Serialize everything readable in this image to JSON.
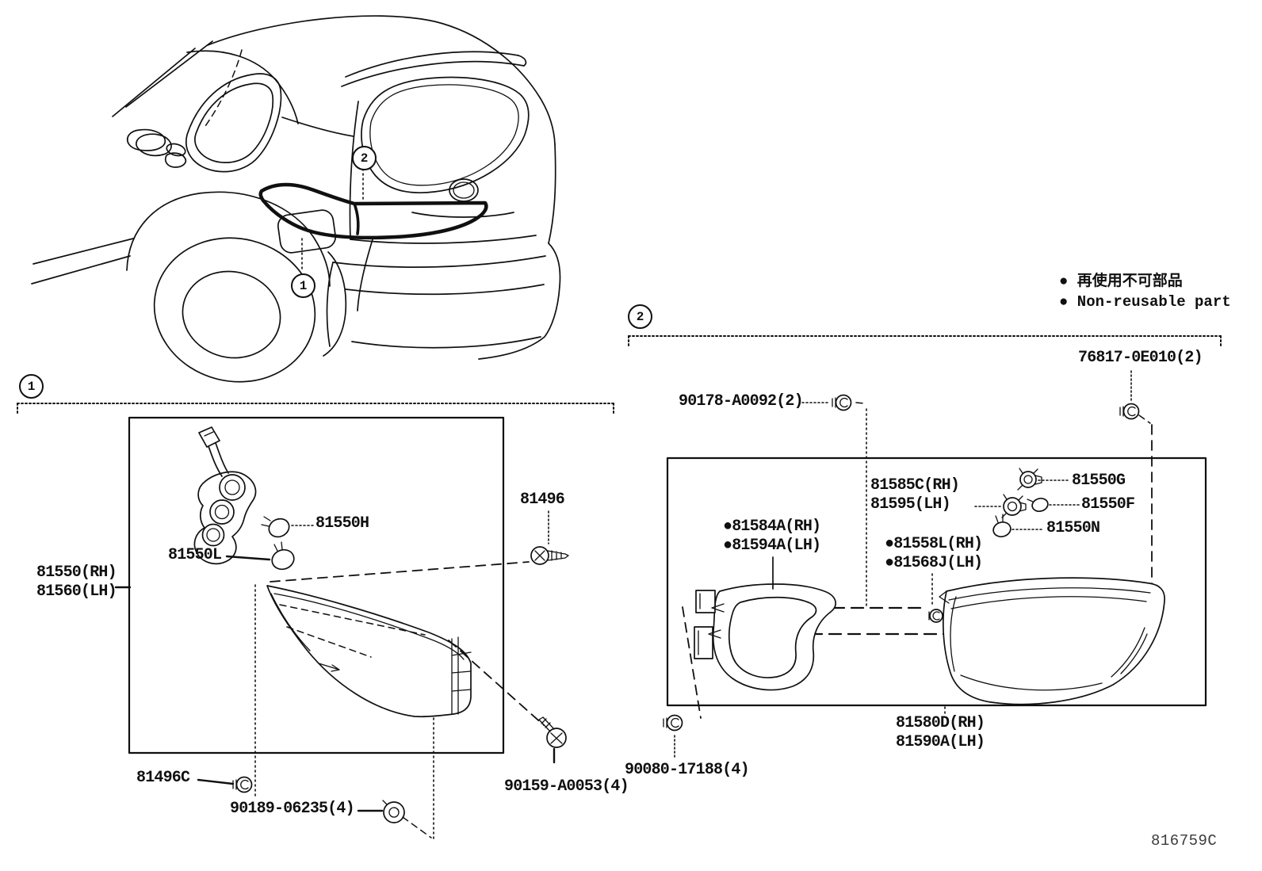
{
  "title": "Rear combination lamp parts diagram",
  "colors": {
    "ink": "#101010",
    "background": "#ffffff"
  },
  "legend": {
    "cjk": "● 再使用不可部品",
    "en": "● Non-reusable part"
  },
  "footer": {
    "code": "816759C"
  },
  "callouts": {
    "one": "1",
    "two": "2"
  },
  "icons": {
    "bulb": "bulb-icon",
    "socket": "socket-icon",
    "screw": "screw-icon",
    "clip": "clip-icon",
    "grommet": "grommet-icon",
    "nut": "nut-icon"
  },
  "section1": {
    "parts": {
      "lamp_rh": "81550(RH)",
      "lamp_lh": "81560(LH)",
      "bulb_h": "81550H",
      "bulb_l": "81550L",
      "screw": "81496",
      "clip": "81496C",
      "grommet": "90189-06235(4)",
      "screw2": "90159-A0053(4)"
    }
  },
  "section2": {
    "parts": {
      "clip": "90178-A0092(2)",
      "nut": "76817-0E010(2)",
      "socket_rh": "81585C(RH)",
      "socket_lh": "81595(LH)",
      "bulb_g": "81550G",
      "bulb_f": "81550F",
      "bulb_n": "81550N",
      "gasket_rh": "●81584A(RH)",
      "gasket_lh": "●81594A(LH)",
      "seal_rh": "●81558L(RH)",
      "seal_lh": "●81568J(LH)",
      "lens_rh": "81580D(RH)",
      "lens_lh": "81590A(LH)",
      "screw": "90080-17188(4)"
    }
  }
}
